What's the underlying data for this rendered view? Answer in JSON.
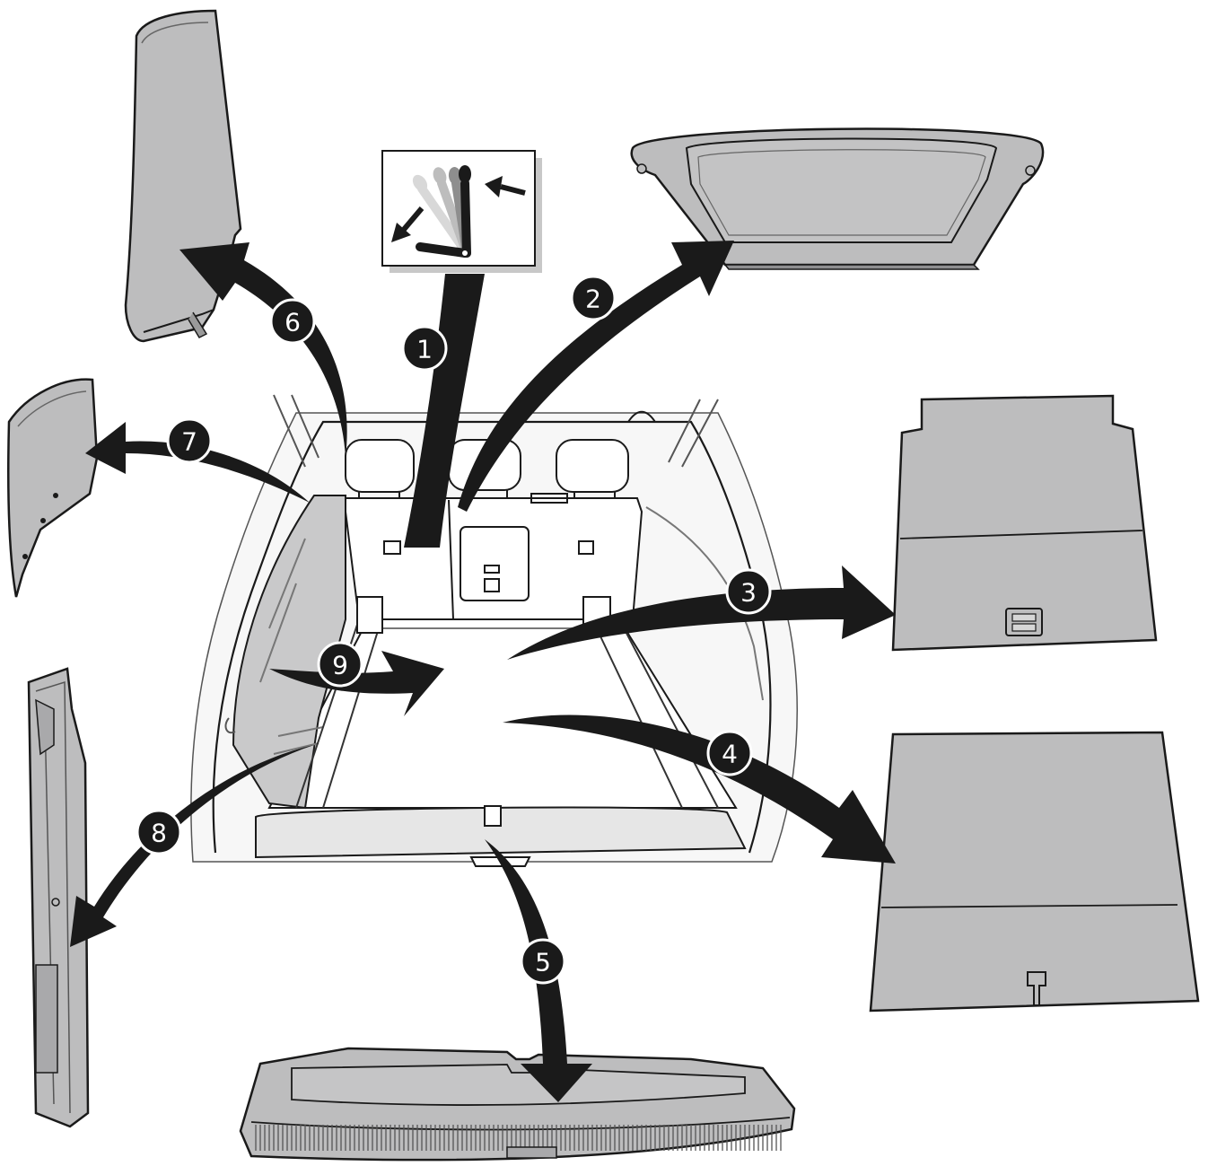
{
  "callouts": [
    {
      "id": 1,
      "label": "1",
      "part": "rear-seat-backrest"
    },
    {
      "id": 2,
      "label": "2",
      "part": "luggage-cover"
    },
    {
      "id": 3,
      "label": "3",
      "part": "floor-panel-front"
    },
    {
      "id": 4,
      "label": "4",
      "part": "floor-panel-rear"
    },
    {
      "id": 5,
      "label": "5",
      "part": "loading-sill-trim"
    },
    {
      "id": 6,
      "label": "6",
      "part": "d-pillar-trim"
    },
    {
      "id": 7,
      "label": "7",
      "part": "c-pillar-trim"
    },
    {
      "id": 8,
      "label": "8",
      "part": "side-trim-rail"
    },
    {
      "id": 9,
      "label": "9",
      "part": "side-trim-panel"
    }
  ],
  "colors": {
    "part_fill": "#bdbdbe",
    "part_fill_dark": "#a9a9ab",
    "outline": "#1a1a1a",
    "arrow": "#1a1a1a",
    "callout_bg": "#1a1a1a",
    "callout_text": "#ffffff",
    "shadow": "#c8c8c8"
  },
  "icons": [
    "fold-seat-icon",
    "arrow-icon"
  ]
}
